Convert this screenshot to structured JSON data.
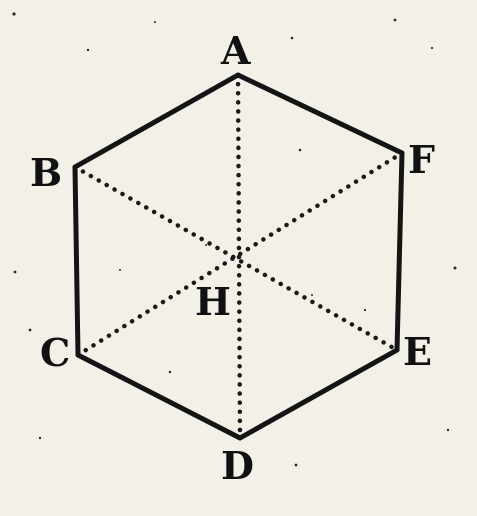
{
  "figure": {
    "vertices": {
      "A": "A",
      "B": "B",
      "C": "C",
      "D": "D",
      "E": "E",
      "F": "F"
    },
    "center": "H"
  },
  "colors": {
    "ink": "#141414",
    "paper": "#f3f0e8"
  }
}
